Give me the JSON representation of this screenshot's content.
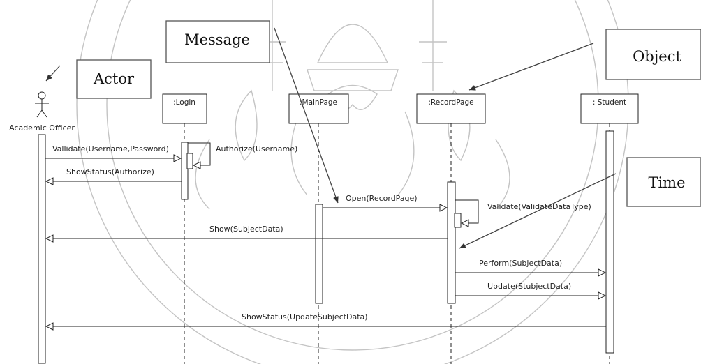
{
  "actor": {
    "name": "Academic Officer"
  },
  "objects": [
    {
      "id": "login",
      "label": ":Login"
    },
    {
      "id": "mainpage",
      "label": ":MainPage"
    },
    {
      "id": "recordpage",
      "label": ":RecordPage"
    },
    {
      "id": "student",
      "label": ": Student"
    }
  ],
  "messages": [
    {
      "label": "Vallidate(Username,Password)"
    },
    {
      "label": "Authorize(Username)"
    },
    {
      "label": "ShowStatus(Authorize)"
    },
    {
      "label": "Open(RecordPage)"
    },
    {
      "label": "Validate(ValidateDataType)"
    },
    {
      "label": "Show(SubjectData)"
    },
    {
      "label": "Perform(SubjectData)"
    },
    {
      "label": "Update(StubjectData)"
    },
    {
      "label": "ShowStatus(UpdateSubjectData)"
    }
  ],
  "callouts": {
    "message": "Message",
    "actor": "Actor",
    "object": "Object",
    "time": "Time"
  },
  "colors": {
    "line": "#222222",
    "watermark": "#b8b8b8",
    "callout_arrow": "#444444"
  }
}
